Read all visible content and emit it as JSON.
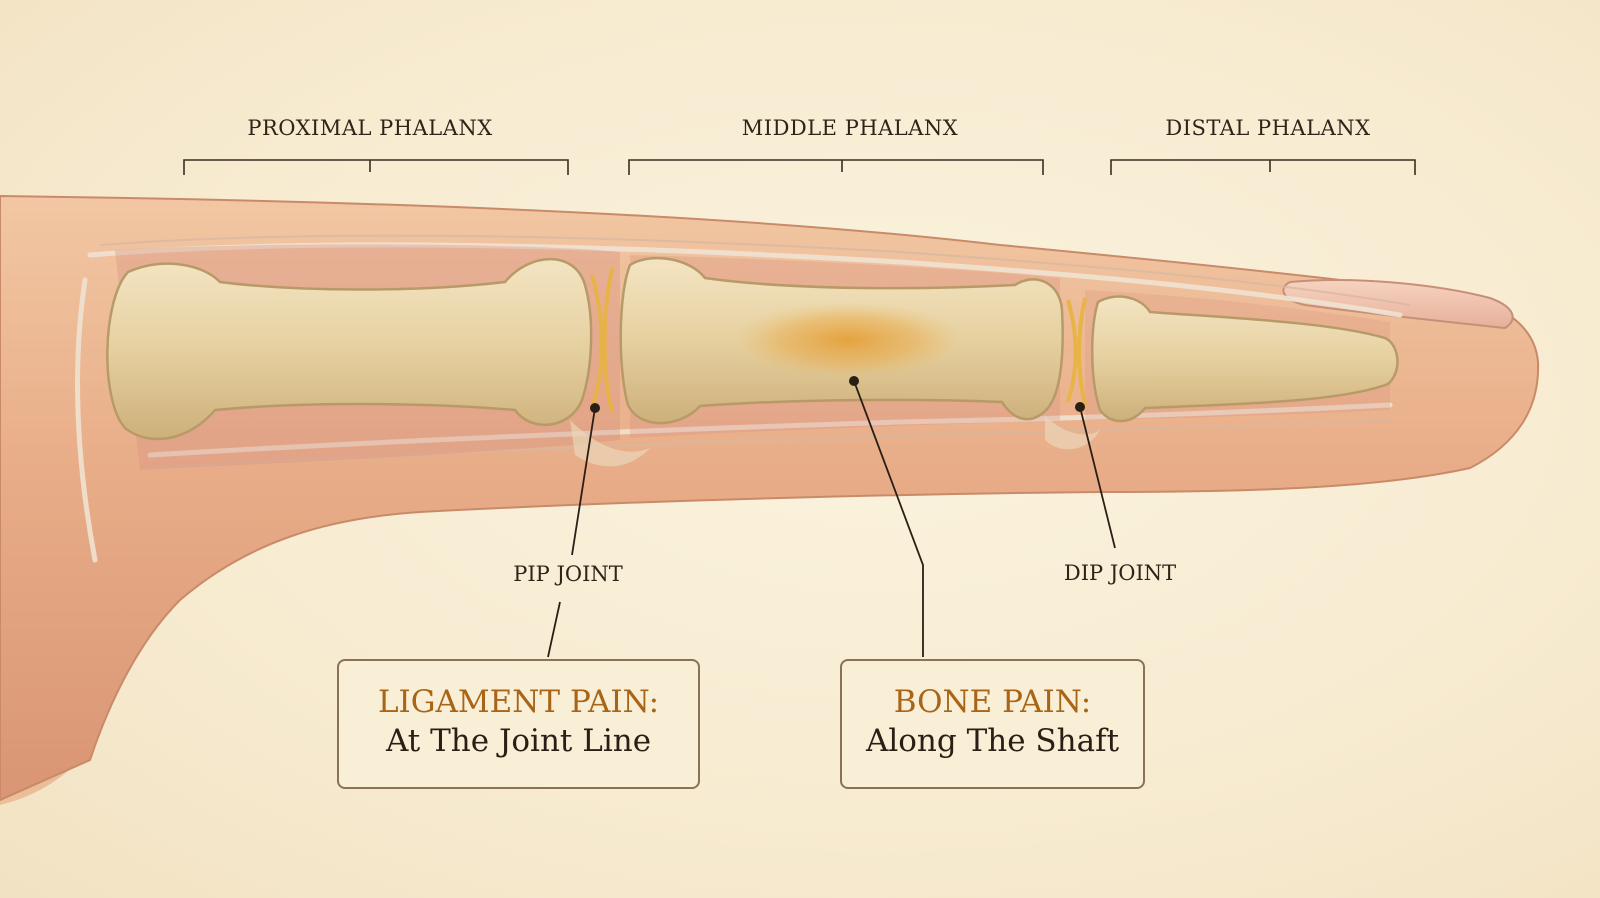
{
  "segments": {
    "proximal": "PROXIMAL PHALANX",
    "middle": "MIDDLE PHALANX",
    "distal": "DISTAL PHALANX"
  },
  "joints": {
    "pip": "PIP JOINT",
    "dip": "DIP JOINT"
  },
  "callouts": {
    "ligament": {
      "heading": "LIGAMENT PAIN:",
      "detail": "At The Joint Line"
    },
    "bone": {
      "heading": "BONE PAIN:",
      "detail": "Along The Shaft"
    }
  },
  "colors": {
    "background": "#f8ecd2",
    "skin": "#e9b48f",
    "bone": "#e8d3a6",
    "accent": "#a86518",
    "border": "#8a7257"
  }
}
